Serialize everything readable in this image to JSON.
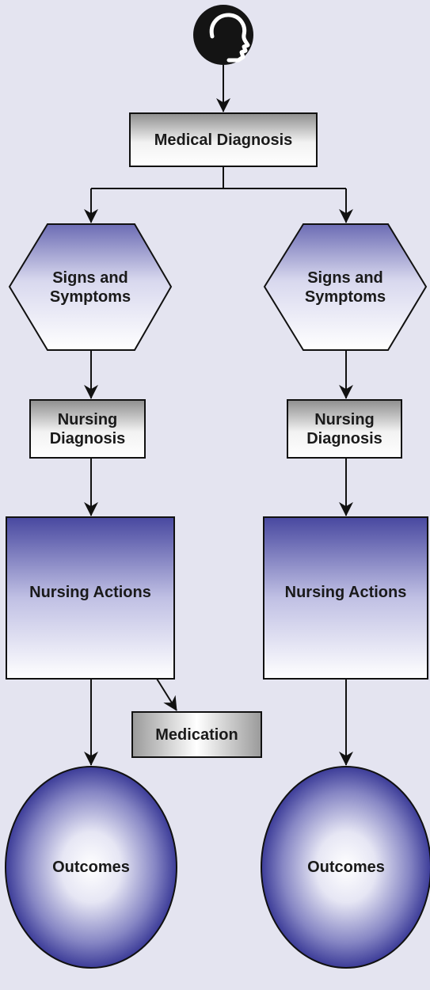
{
  "diagram": {
    "nodes": {
      "medical_diagnosis": "Medical Diagnosis",
      "signs_left": "Signs and\nSymptoms",
      "signs_right": "Signs and\nSymptoms",
      "nursing_diag_left": "Nursing\nDiagnosis",
      "nursing_diag_right": "Nursing\nDiagnosis",
      "actions_left": "Nursing Actions",
      "actions_right": "Nursing Actions",
      "medication": "Medication",
      "outcomes_left": "Outcomes",
      "outcomes_right": "Outcomes"
    },
    "start_icon": "head-silhouette-icon",
    "colors": {
      "background": "#e4e4f0",
      "accent_purple": "#4a4aa0",
      "gray_box": "#8a8a8a",
      "stroke": "#111111"
    }
  }
}
